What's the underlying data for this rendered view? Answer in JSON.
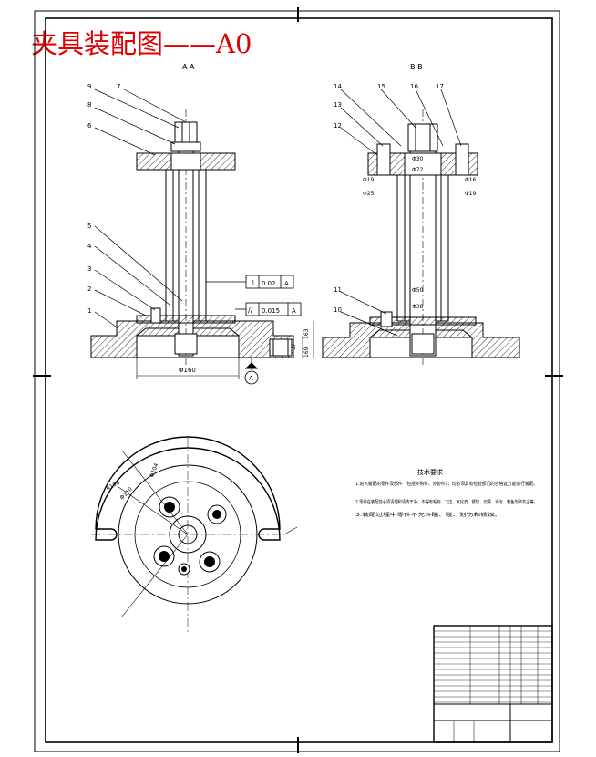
{
  "title": "夹具装配图——A0",
  "views": {
    "section_aa": "A-A",
    "section_bb": "B-B"
  },
  "balloons_left": [
    "1",
    "2",
    "3",
    "4",
    "5",
    "6",
    "7",
    "8",
    "9"
  ],
  "balloons_right": [
    "10",
    "11",
    "12",
    "13",
    "14",
    "15",
    "16",
    "17"
  ],
  "tolerance_frames": [
    {
      "symbol": "⊥",
      "value": "0.02",
      "datum": "A"
    },
    {
      "symbol": "//",
      "value": "0.015",
      "datum": "A"
    }
  ],
  "datum_label": "A",
  "dimensions": {
    "base_dia": "Φ160",
    "height_left": "37",
    "height_a": "163",
    "height_b": "169",
    "fit_1": "Φ19",
    "fit_2": "Φ25",
    "fit_3": "Φ16",
    "fit_4": "Φ19",
    "fit_5": "Φ30",
    "fit_6": "Φ72",
    "fit_7": "Φ50",
    "fit_8": "Φ38",
    "plan_r1": "R106",
    "plan_d1": "Φ110",
    "plan_d2": "Φ104"
  },
  "tech_notes": {
    "heading": "技术要求",
    "lines": [
      "1.进入装配的零件及部件（包括外购件、外协件），均必须具有检验部门的合格证方能进行装配。",
      "2.零件在装配前必须清理和清洗干净，不得有毛刺、飞边、氧化皮、锈蚀、切屑、油污、着色剂和灰尘等。",
      "3.装配过程中零件不允许磕、碰、划伤和锈蚀。"
    ]
  }
}
